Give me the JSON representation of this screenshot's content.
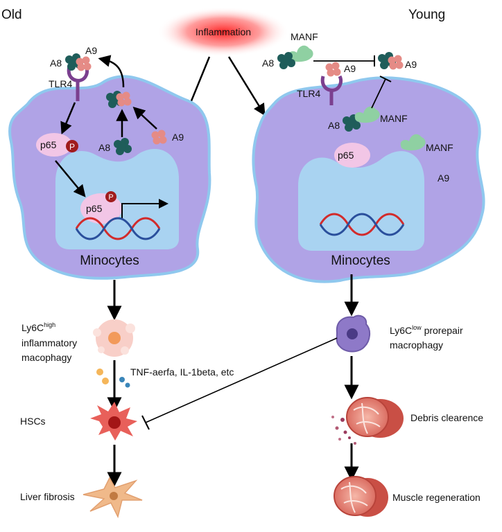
{
  "headers": {
    "old": "Old",
    "young": "Young"
  },
  "center": {
    "inflammation": "Inflammation"
  },
  "old_cell": {
    "a8": "A8",
    "a9": "A9",
    "tlr4": "TLR4",
    "p65": "p65",
    "p_badge": "P",
    "a8_free": "A8",
    "a9_free": "A9",
    "p65_nuclear": "p65",
    "p_badge_nuclear": "P",
    "cell_label": "Minocytes"
  },
  "young_cell": {
    "manf_top": "MANF",
    "a8_top": "A8",
    "a9_top": "A9",
    "a9_receptor": "A9",
    "tlr4": "TLR4",
    "a8_bound": "A8",
    "manf_bound": "MANF",
    "manf_free": "MANF",
    "a9_free": "A9",
    "p65": "p65",
    "cell_label": "Minocytes"
  },
  "old_path": {
    "ly6c_prefix": "Ly6C",
    "ly6c_sup": "high",
    "macro_line2": "inflammatory",
    "macro_line3": "macophagy",
    "cytokines": "TNF-aerfa, IL-1beta, etc",
    "hsc": "HSCs",
    "fibrosis": "Liver fibrosis"
  },
  "young_path": {
    "ly6c_prefix": "Ly6C",
    "ly6c_sup": "low",
    "ly6c_suffix": " prorepair",
    "macro_line2": "macrophagy",
    "debris": "Debris clearence",
    "regen": "Muscle regeneration"
  },
  "colors": {
    "cell": "#b0a3e6",
    "cell_edge": "#8fc8ee",
    "nucleus": "#a9d3f1",
    "a8": "#1f5d5a",
    "a9": "#e58b86",
    "manf": "#8fd0a2",
    "tlr4": "#7b3f8f",
    "p65": "#f2c6e6",
    "phospho": "#a01c1c",
    "inflammation": "#ff2a2a",
    "dna_red": "#d22b2b",
    "dna_blue": "#2a4f9c"
  }
}
